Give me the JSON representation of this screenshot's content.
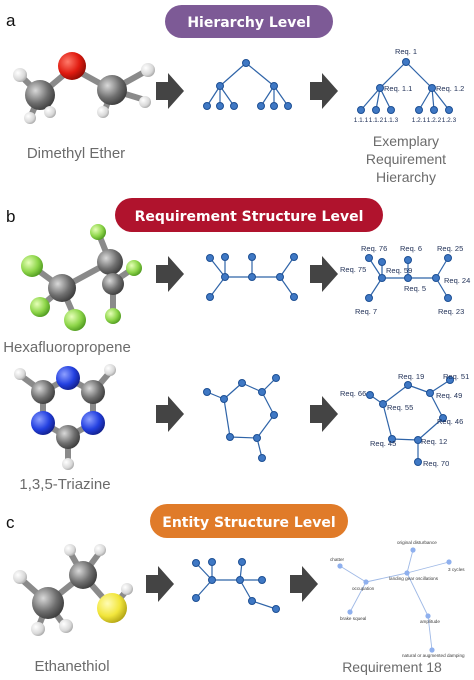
{
  "panels": [
    {
      "letter": "a",
      "banner": "Hierarchy Level",
      "banner_color": "#7d5a96"
    },
    {
      "letter": "b",
      "banner": "Requirement Structure Level",
      "banner_color": "#b0132d"
    },
    {
      "letter": "c",
      "banner": "Entity Structure Level",
      "banner_color": "#e07b29"
    }
  ],
  "molecules": {
    "dimethyl_ether": "Dimethyl Ether",
    "hexafluoropropene": "Hexafluoropropene",
    "triazine": "1,3,5-Triazine",
    "ethanethiol": "Ethanethiol"
  },
  "hierarchy": {
    "nodes": [
      "Req. 1",
      "Req. 1.1",
      "Req. 1.2",
      "1.1.1",
      "1.1.2",
      "1.1.3",
      "1.2.1",
      "1.2.2",
      "1.2.3"
    ],
    "caption": [
      "Exemplary",
      "Requirement",
      "Hierarchy"
    ]
  },
  "structure_b1": {
    "labels": [
      "Req. 76",
      "Req. 6",
      "Req. 25",
      "Req. 75",
      "Req. 59",
      "Req. 24",
      "Req. 5",
      "Req. 7",
      "Req. 23"
    ]
  },
  "structure_b2": {
    "labels": [
      "Req. 19",
      "Req. 51",
      "Req. 66",
      "Req. 55",
      "Req. 49",
      "Req. 46",
      "Req. 45",
      "Req. 12",
      "Req. 70"
    ]
  },
  "entity": {
    "labels": [
      "original disturbance",
      "chatter",
      "3 cycles",
      "landing gear oscillations",
      "occupation",
      "brake squeal",
      "amplitude",
      "natural or augmented damping"
    ],
    "caption": "Requirement 18"
  },
  "colors": {
    "edge": "#2f64a8",
    "node": "#3f78c4",
    "entity_node": "#8fb0ee",
    "arrow": "#444444",
    "text_gray": "#6b6b6b"
  }
}
